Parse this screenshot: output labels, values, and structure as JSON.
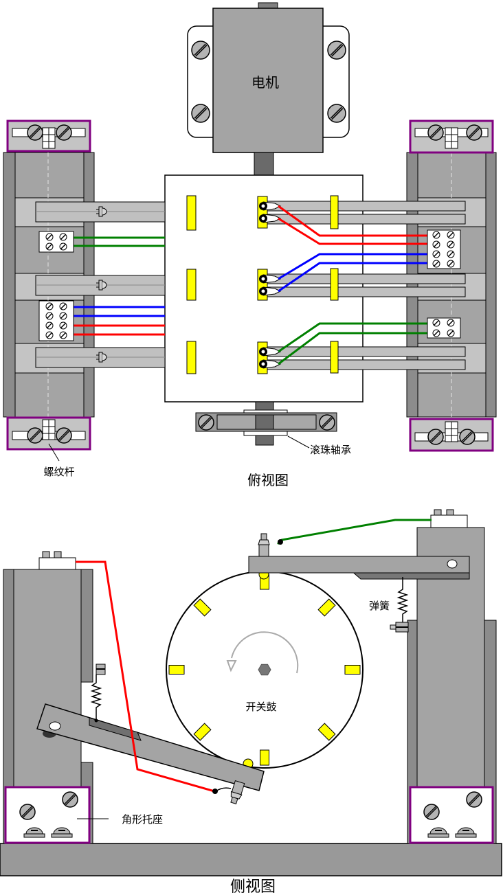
{
  "labels": {
    "motor": "电机",
    "ball_bearing": "滚珠轴承",
    "threaded_rod": "螺纹杆",
    "top_view": "俯视图",
    "spring": "弹簧",
    "switch_drum": "开关鼓",
    "angle_bracket": "角形托座",
    "side_view": "侧视图"
  },
  "colors": {
    "wire_red": "#ff0000",
    "wire_green": "#008000",
    "wire_blue": "#0000ff",
    "contact_yellow": "#ffff00",
    "plate_purple": "#800080",
    "top_view_title": "#660066",
    "frame_gray": "#a4a4a4",
    "frame_dark_gray": "#8c8c8c"
  }
}
